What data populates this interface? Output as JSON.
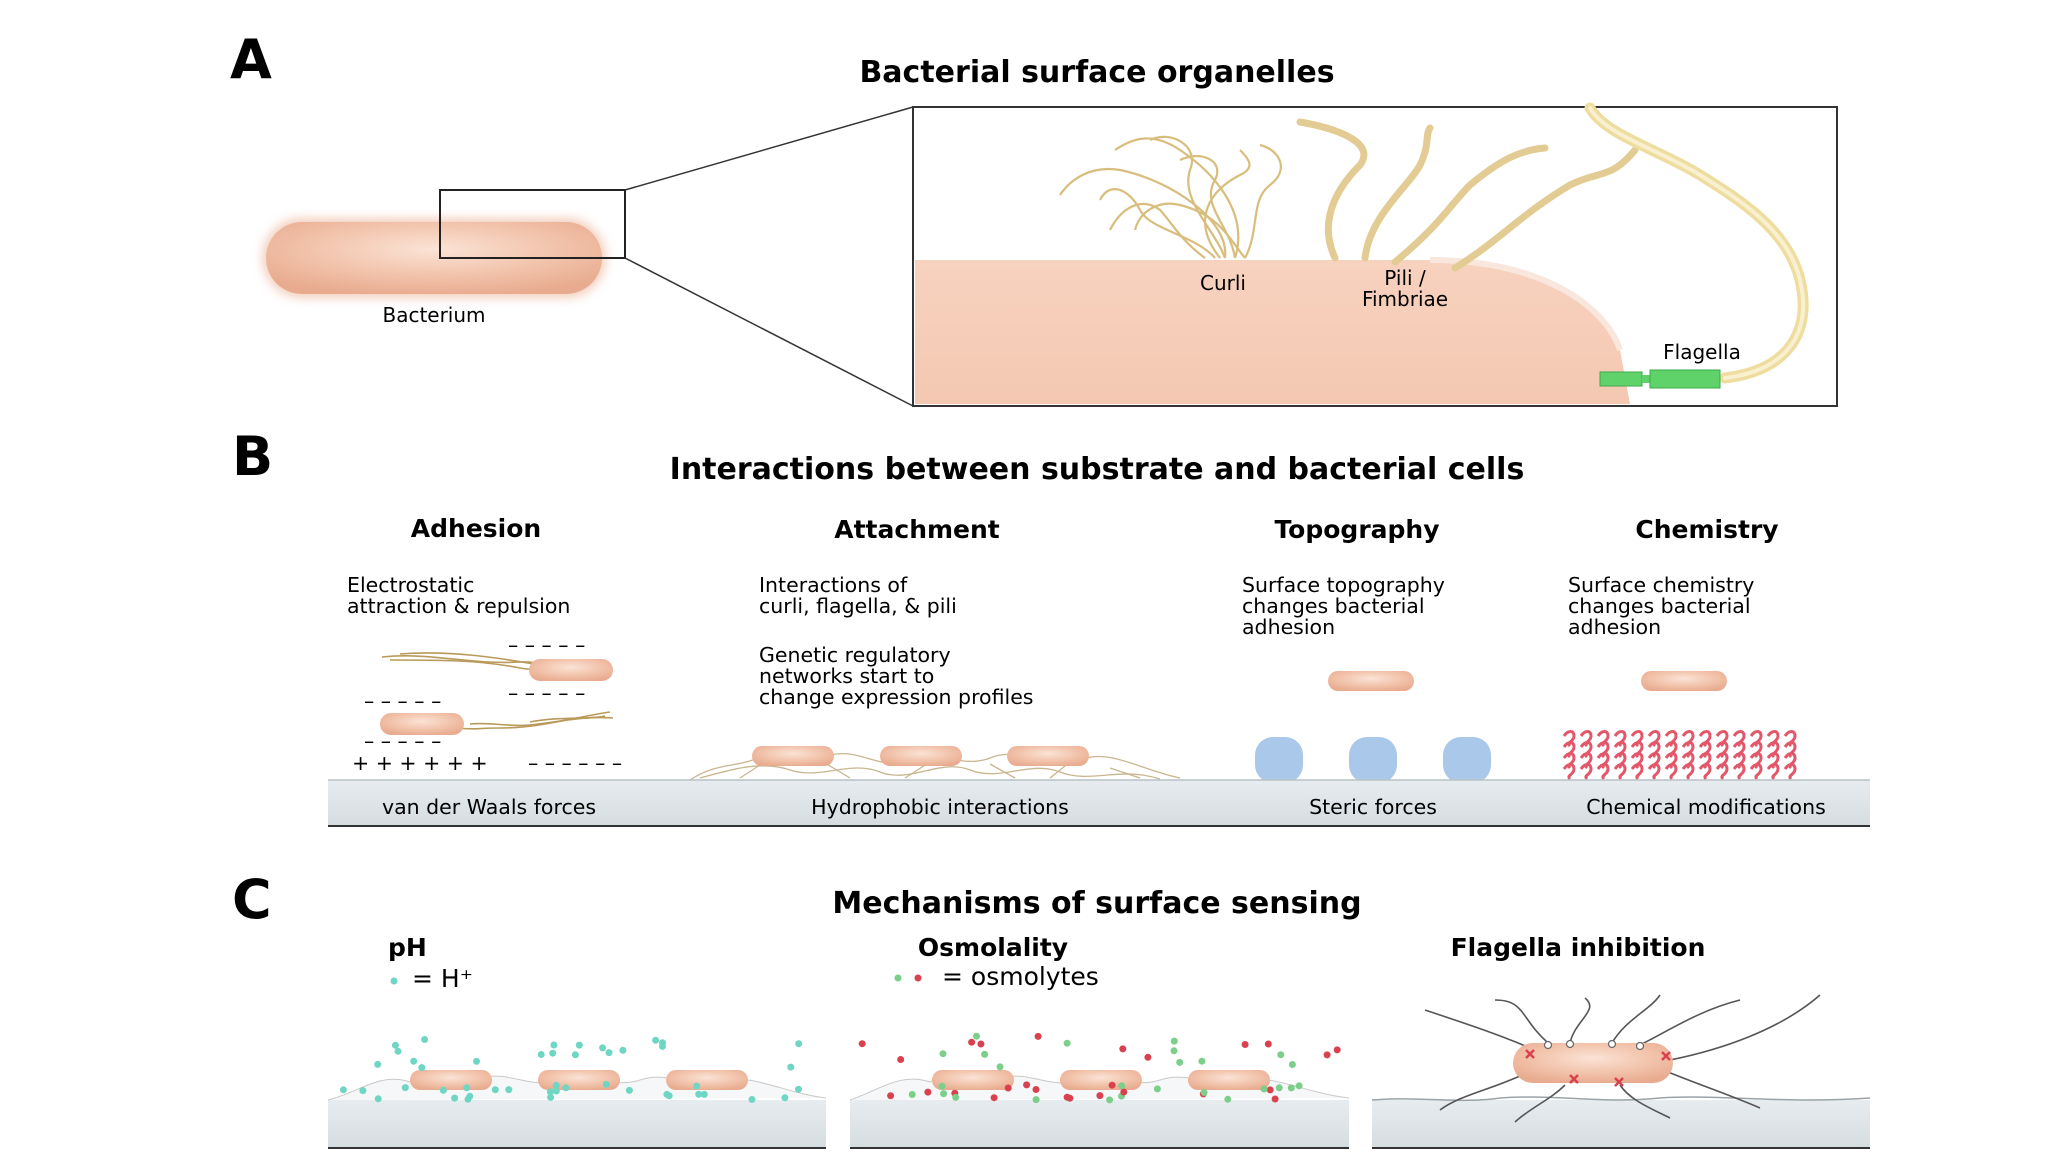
{
  "panel_a": {
    "letter": "A",
    "title": "Bacterial surface organelles",
    "bacterium_label": "Bacterium",
    "labels": {
      "curli": "Curli",
      "pili_line1": "Pili /",
      "pili_line2": "Fimbriae",
      "flagella": "Flagella"
    }
  },
  "panel_b": {
    "letter": "B",
    "title": "Interactions between substrate and bacterial cells",
    "columns": [
      {
        "heading": "Adhesion",
        "desc": [
          "Electrostatic",
          "attraction & repulsion"
        ],
        "force": "van der Waals forces",
        "plus_signs": "+ + + + + +",
        "minus_signs": "– – – – – –"
      },
      {
        "heading": "Attachment",
        "desc": [
          "Interactions of",
          "curli, flagella, & pili"
        ],
        "desc2": [
          "Genetic regulatory",
          "networks start to",
          "change expression profiles"
        ],
        "force": "Hydrophobic interactions"
      },
      {
        "heading": "Topography",
        "desc": [
          "Surface topography",
          "changes bacterial",
          "adhesion"
        ],
        "force": "Steric forces"
      },
      {
        "heading": "Chemistry",
        "desc": [
          "Surface chemistry",
          "changes bacterial",
          "adhesion"
        ],
        "force": "Chemical modifications"
      }
    ]
  },
  "panel_c": {
    "letter": "C",
    "title": "Mechanisms of surface sensing",
    "columns": [
      {
        "heading": "pH",
        "legend_text": "= H⁺"
      },
      {
        "heading": "Osmolality",
        "legend_text": "= osmolytes"
      },
      {
        "heading": "Flagella inhibition"
      }
    ]
  },
  "colors": {
    "bacterium": "#f2c4ac",
    "bacterium_edge": "#e6a98d",
    "fiber": "#e3cc93",
    "flagellum": "#f0e2a6",
    "motor": "#5fd26a",
    "substrate": "#d9e0e4",
    "pillar": "#a9c8ea",
    "chem": "#e2576a",
    "h_ion": "#6fd6c4",
    "osmolyte_red": "#d9414e",
    "osmolyte_green": "#7ccf8a"
  }
}
